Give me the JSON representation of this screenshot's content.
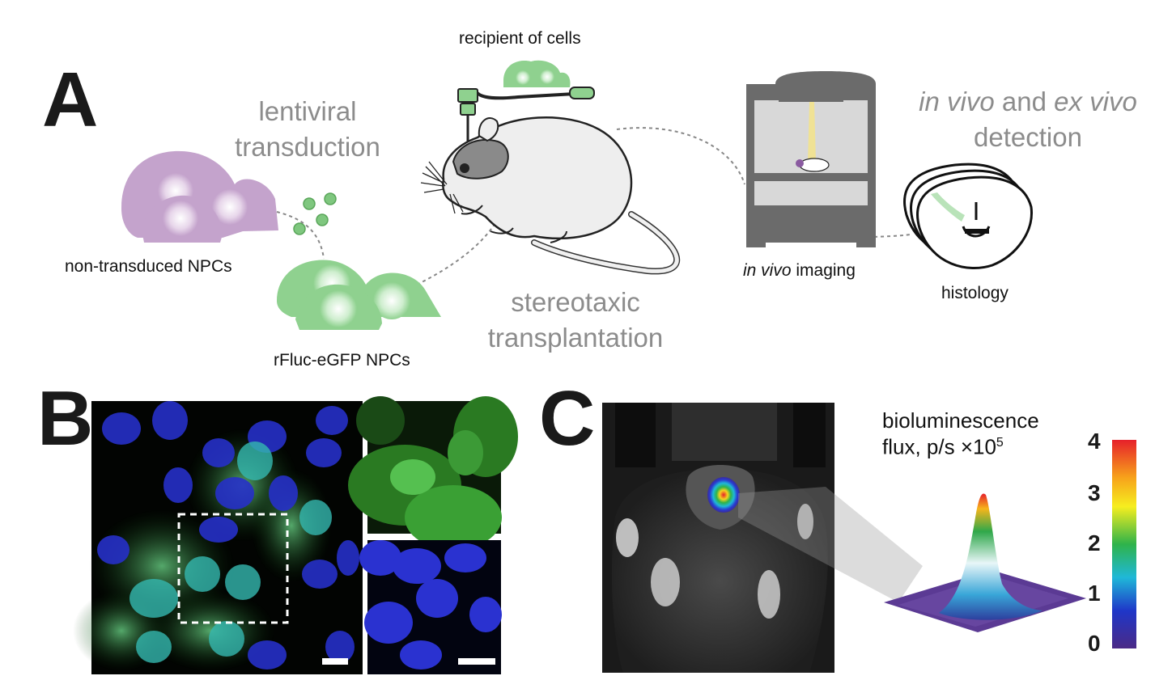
{
  "panels": {
    "a": "A",
    "b": "B",
    "c": "C"
  },
  "panel_a": {
    "recipient_label": "recipient of cells",
    "lentiviral_line1": "lentiviral",
    "lentiviral_line2": "transduction",
    "non_transduced_label": "non-transduced NPCs",
    "rfluc_label": "rFluc-eGFP NPCs",
    "stereotaxic_line1": "stereotaxic",
    "stereotaxic_line2": "transplantation",
    "invivo_italic": "in vivo",
    "imaging_suffix": " imaging",
    "detection_italic1": "in vivo",
    "detection_and": " and ",
    "detection_italic2": "ex vivo",
    "detection_line2": "detection",
    "histology_label": "histology"
  },
  "panel_c": {
    "title_line1": "bioluminescence",
    "title_line2_prefix": "flux, p/s ×10",
    "title_superscript": "5",
    "colorbar_ticks": [
      "4",
      "3",
      "2",
      "1",
      "0"
    ]
  },
  "colors": {
    "purple_cell": "#c4a3cc",
    "green_cell": "#8fd18f",
    "grey_text": "#8c8c8c",
    "dark_box": "#6b6b6b"
  }
}
